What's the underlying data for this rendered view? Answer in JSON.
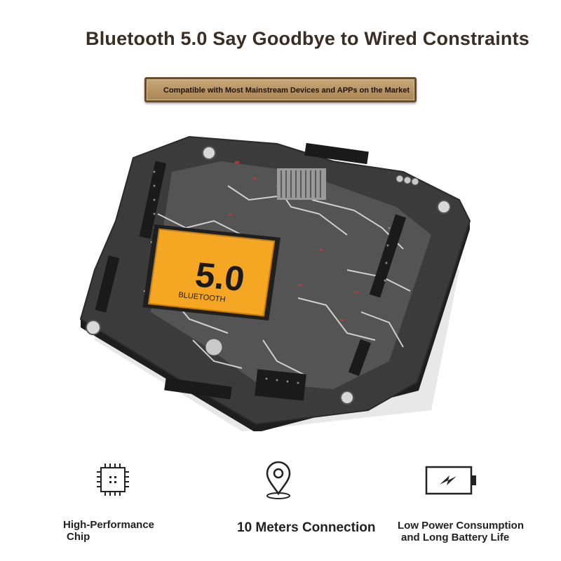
{
  "headline": "Bluetooth 5.0 Say Goodbye to Wired Constraints",
  "banner": "Compatible with Most Mainstream Devices and APPs on the Market",
  "chip": {
    "version": "5.0",
    "label": "BLUETOOTH"
  },
  "features": [
    {
      "icon": "chip-icon",
      "line1": "High-Performance",
      "line2": "Chip"
    },
    {
      "icon": "location-pin-icon",
      "line1": "10 Meters Connection"
    },
    {
      "icon": "battery-icon",
      "line1": "Low Power Consumption",
      "line2": "and Long Battery Life"
    }
  ],
  "colors": {
    "headline": "#3a2d24",
    "banner": "#b99565",
    "chip": "#f5a623",
    "board": "#3b3b3b"
  }
}
